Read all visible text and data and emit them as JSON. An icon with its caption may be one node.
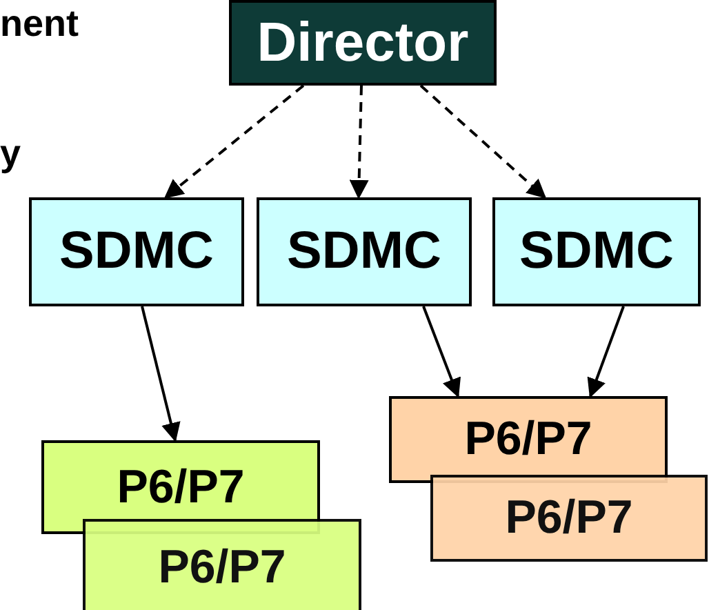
{
  "diagram": {
    "nodes": [
      {
        "text": [
          "Director"
        ]
      },
      {
        "text": [
          "SDMC"
        ]
      },
      {
        "text": [
          "SDMC"
        ]
      },
      {
        "text": [
          "SDMC"
        ]
      },
      {
        "text": [
          "P6/P7"
        ]
      },
      {
        "text": [
          "P6/P7"
        ]
      },
      {
        "text": [
          "P6/P7"
        ]
      },
      {
        "text": [
          "P6/P7"
        ]
      }
    ],
    "edges": [
      {
        "from": 0,
        "to": 1,
        "arrow": "to",
        "style": "dashed"
      },
      {
        "from": 0,
        "to": 2,
        "arrow": "to",
        "style": "dashed"
      },
      {
        "from": 0,
        "to": 3,
        "arrow": "to",
        "style": "dashed"
      },
      {
        "from": 1,
        "to": 4,
        "arrow": "to"
      },
      {
        "from": 2,
        "to": 6,
        "arrow": "to"
      },
      {
        "from": 3,
        "to": 6,
        "arrow": "to"
      }
    ],
    "labels": [
      "nent",
      "y"
    ]
  }
}
